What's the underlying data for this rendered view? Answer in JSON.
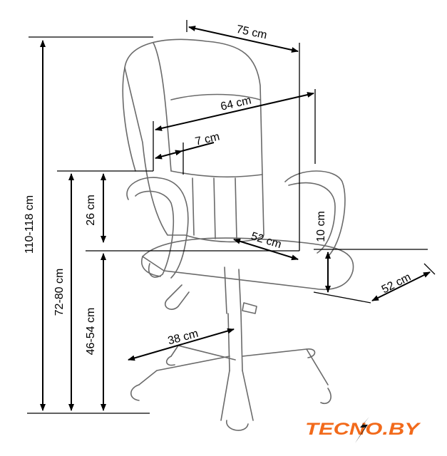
{
  "dimensions": {
    "total_height": "110-118 cm",
    "armrest_height": "72-80 cm",
    "seat_height": "46-54 cm",
    "armrest_above_seat": "26 cm",
    "overall_width": "75 cm",
    "backrest_width": "64 cm",
    "armrest_width": "7 cm",
    "seat_width": "52 cm",
    "seat_thickness": "10 cm",
    "seat_depth": "52 cm",
    "base_radius": "38 cm"
  },
  "logo": {
    "text": "TECNO.BY",
    "color": "#f26a1b"
  }
}
